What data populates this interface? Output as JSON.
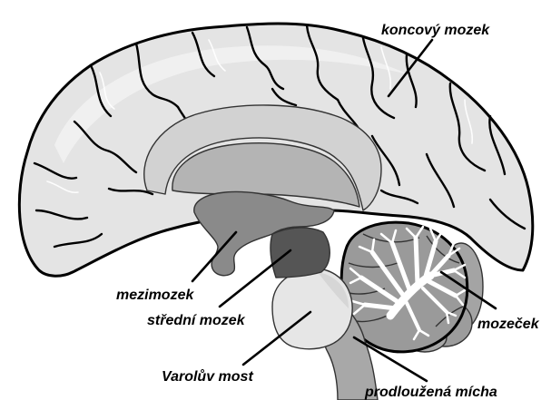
{
  "labels": {
    "cerebrum": "koncový mozek",
    "diencephalon": "mezimozek",
    "midbrain": "střední mozek",
    "pons": "Varolův most",
    "cerebellum": "mozeček",
    "medulla": "prodloužená mícha"
  },
  "colors": {
    "cortex": "#e4e4e4",
    "cortex_highlight": "#f4f4f4",
    "corpus_callosum": "#d2d2d2",
    "ventricle": "#b4b4b4",
    "diencephalon": "#8a8a8a",
    "midbrain": "#555555",
    "pons": "#e6e6e6",
    "brainstem": "#a8a8a8",
    "cerebellum": "#9a9a9a",
    "arbor_vitae": "#ffffff"
  }
}
